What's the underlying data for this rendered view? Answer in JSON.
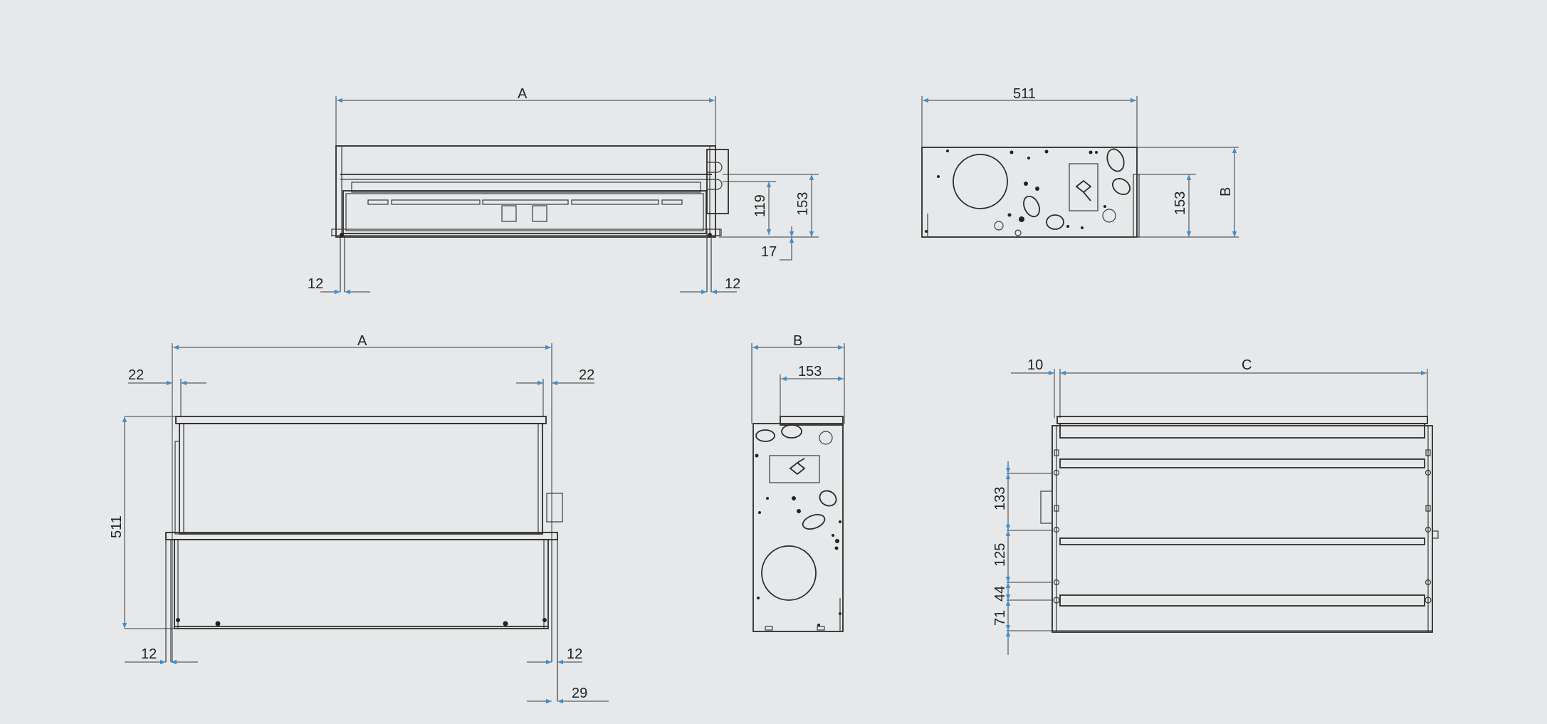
{
  "labels": {
    "top_front_width": "A",
    "top_front_h1": "119",
    "top_front_h2": "153",
    "top_front_offset": "17",
    "top_front_left_gap": "12",
    "top_front_right_gap": "12",
    "top_side_width": "511",
    "top_side_h": "153",
    "top_side_b": "B",
    "bottom_plan_width": "A",
    "bottom_plan_left_22": "22",
    "bottom_plan_right_22": "22",
    "bottom_plan_depth": "511",
    "bottom_plan_left_12": "12",
    "bottom_plan_right_12": "12",
    "bottom_plan_29": "29",
    "bottom_side_b": "B",
    "bottom_side_153": "153",
    "bottom_right_10": "10",
    "bottom_right_c": "C",
    "bottom_right_133": "133",
    "bottom_right_125": "125",
    "bottom_right_44": "44",
    "bottom_right_71": "71"
  },
  "colors": {
    "background": "#e6e8ea",
    "line": "#2c2c2c",
    "arrow": "#3f8fd0"
  }
}
